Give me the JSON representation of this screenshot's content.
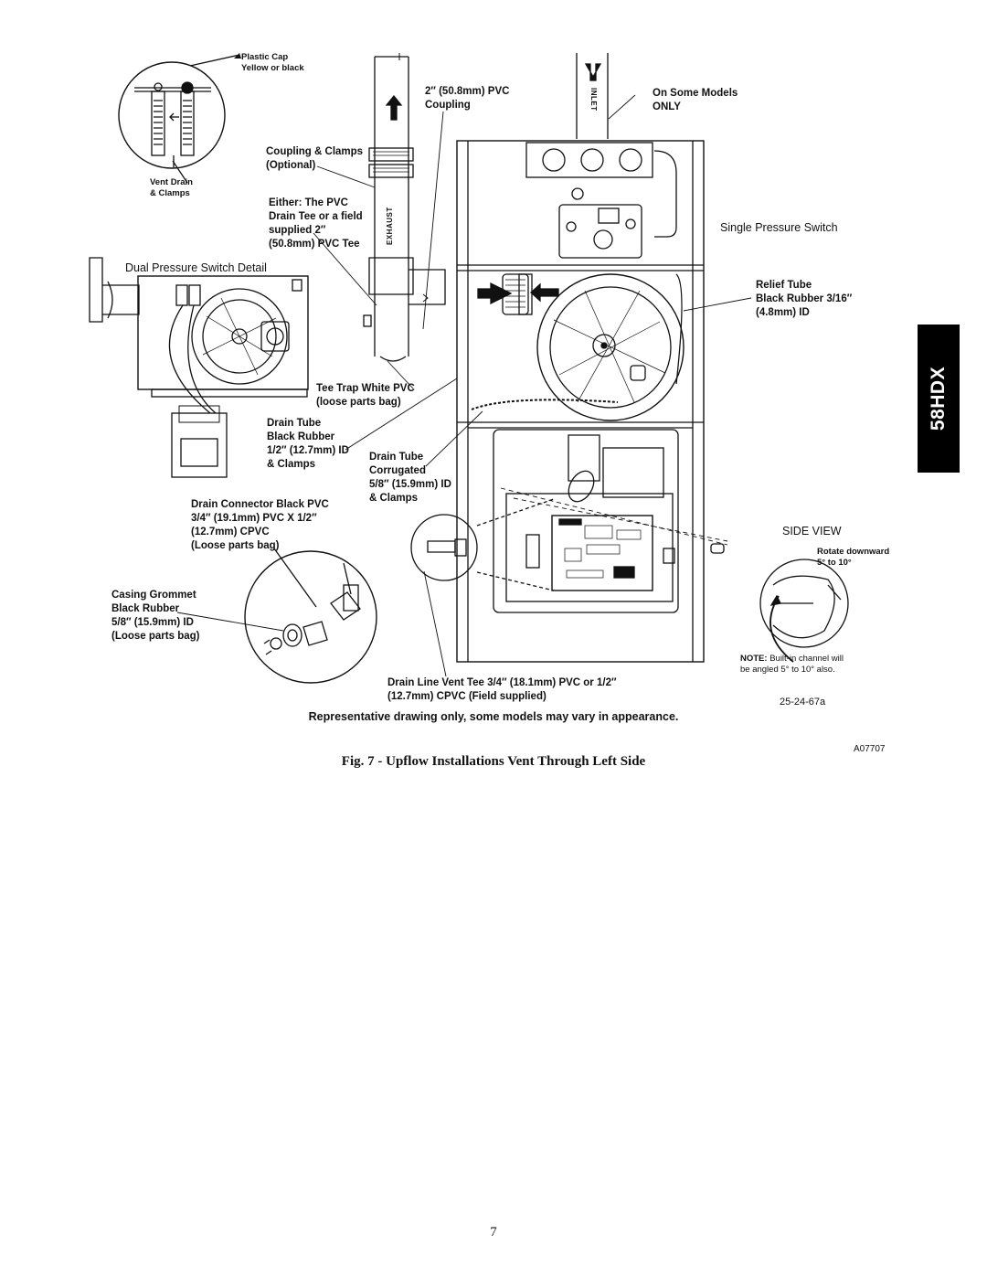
{
  "side_tab": {
    "model": "58HDX"
  },
  "labels": {
    "plastic_cap": [
      "Plastic  Cap",
      "Yellow or black"
    ],
    "vent_drain": [
      "Vent Drain",
      "& Clamps"
    ],
    "pvc_coupling": [
      "2″  (50.8mm) PVC",
      "Coupling"
    ],
    "on_some_models": [
      "On Some Models",
      "ONLY"
    ],
    "coupling_clamps": [
      "Coupling & Clamps",
      "(Optional)"
    ],
    "either_pvc": [
      "Either: The PVC",
      "Drain Tee or a field",
      "supplied 2″",
      "(50.8mm) PVC Tee"
    ],
    "single_pressure_switch": "Single Pressure Switch",
    "dual_pressure_switch": "Dual Pressure Switch  Detail",
    "relief_tube": [
      "Relief Tube",
      "Black Rubber 3/16″",
      "(4.8mm) ID"
    ],
    "tee_trap": [
      "Tee Trap White  PVC",
      "(loose parts bag)"
    ],
    "drain_tube_black": [
      "Drain Tube",
      "Black Rubber",
      "1/2″ (12.7mm) ID",
      "& Clamps"
    ],
    "drain_tube_corrugated": [
      "Drain Tube",
      "Corrugated",
      "5/8″ (15.9mm) ID",
      "& Clamps"
    ],
    "drain_connector": [
      "Drain Connector Black PVC",
      "3/4″ (19.1mm) PVC X 1/2″",
      "(12.7mm) CPVC",
      "(Loose parts bag)"
    ],
    "casing_grommet": [
      "Casing Grommet",
      "Black Rubber",
      "5/8″ (15.9mm) ID",
      "(Loose parts bag)"
    ],
    "side_view": "SIDE VIEW",
    "rotate_downward": [
      "Rotate downward",
      "5° to 10°"
    ],
    "note_prefix": "NOTE:",
    "note_text": [
      " Built-in channel will",
      "be angled 5° to 10°  also."
    ],
    "drain_line_vent_tee": [
      "Drain Line Vent Tee 3/4″ (18.1mm) PVC or 1/2″",
      "(12.7mm) CPVC (Field supplied)"
    ],
    "inlet": "INLET",
    "exhaust": "EXHAUST"
  },
  "part_number": "25-24-67a",
  "drawing_id": "A07707",
  "representative_note": "Representative drawing only, some models may vary in appearance.",
  "caption": "Fig. 7 - Upflow Installations Vent Through Left Side",
  "page_number": "7"
}
